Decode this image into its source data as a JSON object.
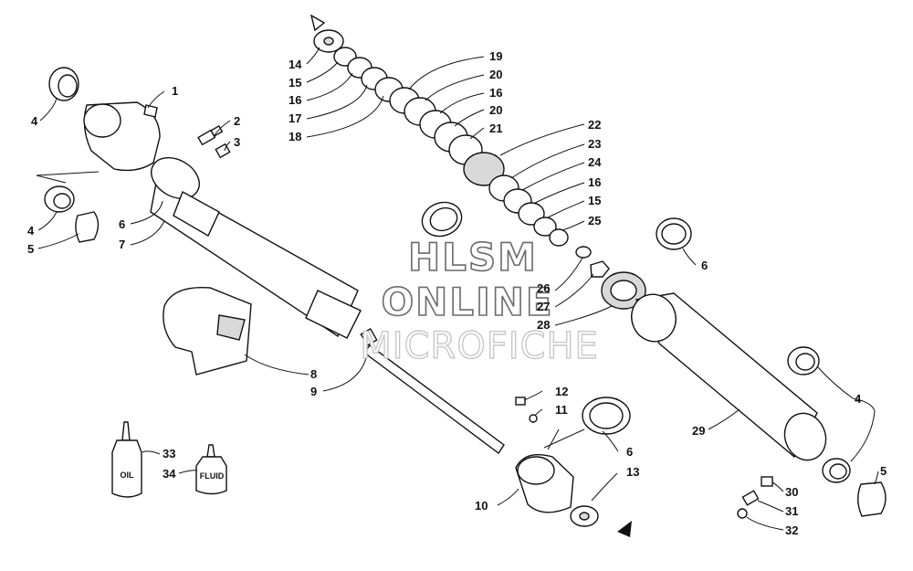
{
  "watermark": {
    "line1": "HLSM",
    "line2": "ONLINE",
    "line3": "MICROFICHE"
  },
  "bottles": {
    "oil_label": "OIL",
    "fluid_label": "FLUID"
  },
  "callouts": {
    "c1": "1",
    "c2": "2",
    "c3": "3",
    "c4a": "4",
    "c4b": "4",
    "c4c": "4",
    "c5a": "5",
    "c5b": "5",
    "c6a": "6",
    "c6b": "6",
    "c6c": "6",
    "c7": "7",
    "c8": "8",
    "c9": "9",
    "c10": "10",
    "c11": "11",
    "c12": "12",
    "c13": "13",
    "c14": "14",
    "c15a": "15",
    "c15b": "15",
    "c16a": "16",
    "c16b": "16",
    "c16c": "16",
    "c17": "17",
    "c18": "18",
    "c19": "19",
    "c20a": "20",
    "c20b": "20",
    "c21": "21",
    "c22": "22",
    "c23": "23",
    "c24": "24",
    "c25": "25",
    "c26": "26",
    "c27": "27",
    "c28": "28",
    "c29": "29",
    "c30": "30",
    "c31": "31",
    "c32": "32",
    "c33": "33",
    "c34": "34"
  }
}
